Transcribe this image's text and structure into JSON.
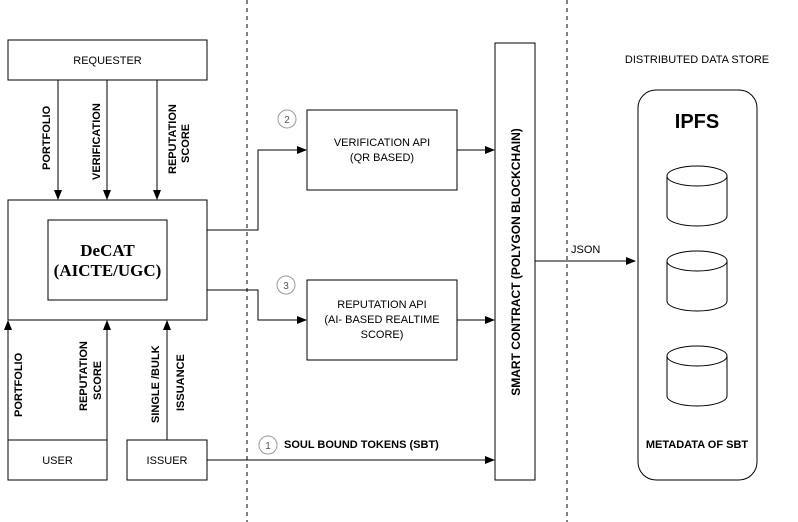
{
  "nodes": {
    "requester": "REQUESTER",
    "decat_line1": "DeCAT",
    "decat_line2": "(AICTE/UGC)",
    "user": "USER",
    "issuer": "ISSUER",
    "verification_api_line1": "VERIFICATION API",
    "verification_api_line2": "(QR BASED)",
    "reputation_api_line1": "REPUTATION API",
    "reputation_api_line2": "(AI- BASED REALTIME",
    "reputation_api_line3": "SCORE)",
    "smart_contract": "SMART CONTRACT  (POLYGON BLOCKCHAIN)",
    "ipfs": "IPFS",
    "metadata": "METADATA OF SBT",
    "data_store_title": "DISTRIBUTED DATA STORE"
  },
  "edges": {
    "portfolio_top": "PORTFOLIO",
    "verification_top": "VERIFICATION",
    "reputation_top_line1": "REPUTATION",
    "reputation_top_line2": "SCORE",
    "portfolio_bottom": "PORTFOLIO",
    "reputation_bottom_line1": "REPUTATION",
    "reputation_bottom_line2": "SCORE",
    "single_bulk": "SINGLE /BULK",
    "issuance": "ISSUANCE",
    "json": "JSON",
    "sbt": "SOUL BOUND TOKENS (SBT)"
  },
  "steps": {
    "one": "1",
    "two": "2",
    "three": "3"
  }
}
